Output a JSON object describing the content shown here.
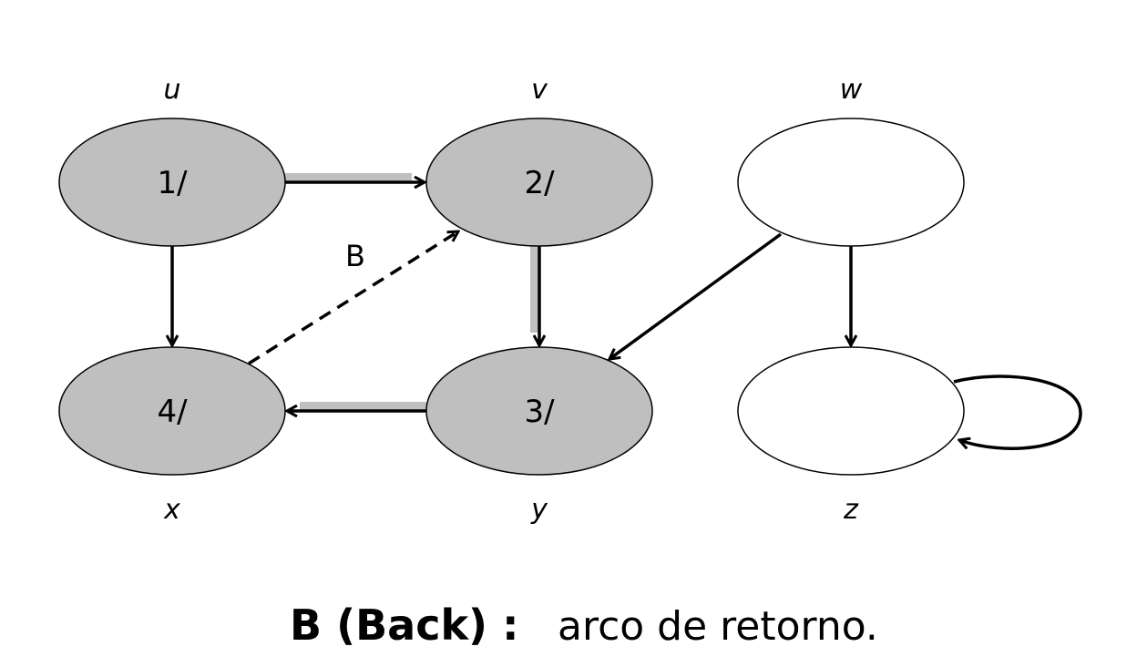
{
  "nodes": [
    {
      "id": "u",
      "name": "u",
      "label": "1/",
      "visited": true
    },
    {
      "id": "v",
      "name": "v",
      "label": "2/",
      "visited": true
    },
    {
      "id": "w",
      "name": "w",
      "label": "",
      "visited": false
    },
    {
      "id": "x",
      "name": "x",
      "label": "4/",
      "visited": true
    },
    {
      "id": "y",
      "name": "y",
      "label": "3/",
      "visited": true
    },
    {
      "id": "z",
      "name": "z",
      "label": "",
      "visited": false
    }
  ],
  "edges": [
    {
      "from": "u",
      "to": "v",
      "tree": true,
      "dashed": false,
      "label": ""
    },
    {
      "from": "u",
      "to": "x",
      "tree": false,
      "dashed": false,
      "label": ""
    },
    {
      "from": "v",
      "to": "y",
      "tree": true,
      "dashed": false,
      "label": ""
    },
    {
      "from": "y",
      "to": "x",
      "tree": true,
      "dashed": false,
      "label": ""
    },
    {
      "from": "x",
      "to": "v",
      "tree": false,
      "dashed": true,
      "label": "B"
    },
    {
      "from": "w",
      "to": "y",
      "tree": false,
      "dashed": false,
      "label": ""
    },
    {
      "from": "w",
      "to": "z",
      "tree": false,
      "dashed": false,
      "label": ""
    },
    {
      "from": "z",
      "to": "z",
      "tree": false,
      "dashed": false,
      "label": ""
    }
  ],
  "caption": {
    "bold": "B (Back) :",
    "text": "arco de retorno."
  },
  "colors": {
    "visited_fill": "#bfbfbf",
    "unvisited_fill": "#ffffff",
    "tree_highlight": "#bfbfbf",
    "stroke": "#000000"
  }
}
